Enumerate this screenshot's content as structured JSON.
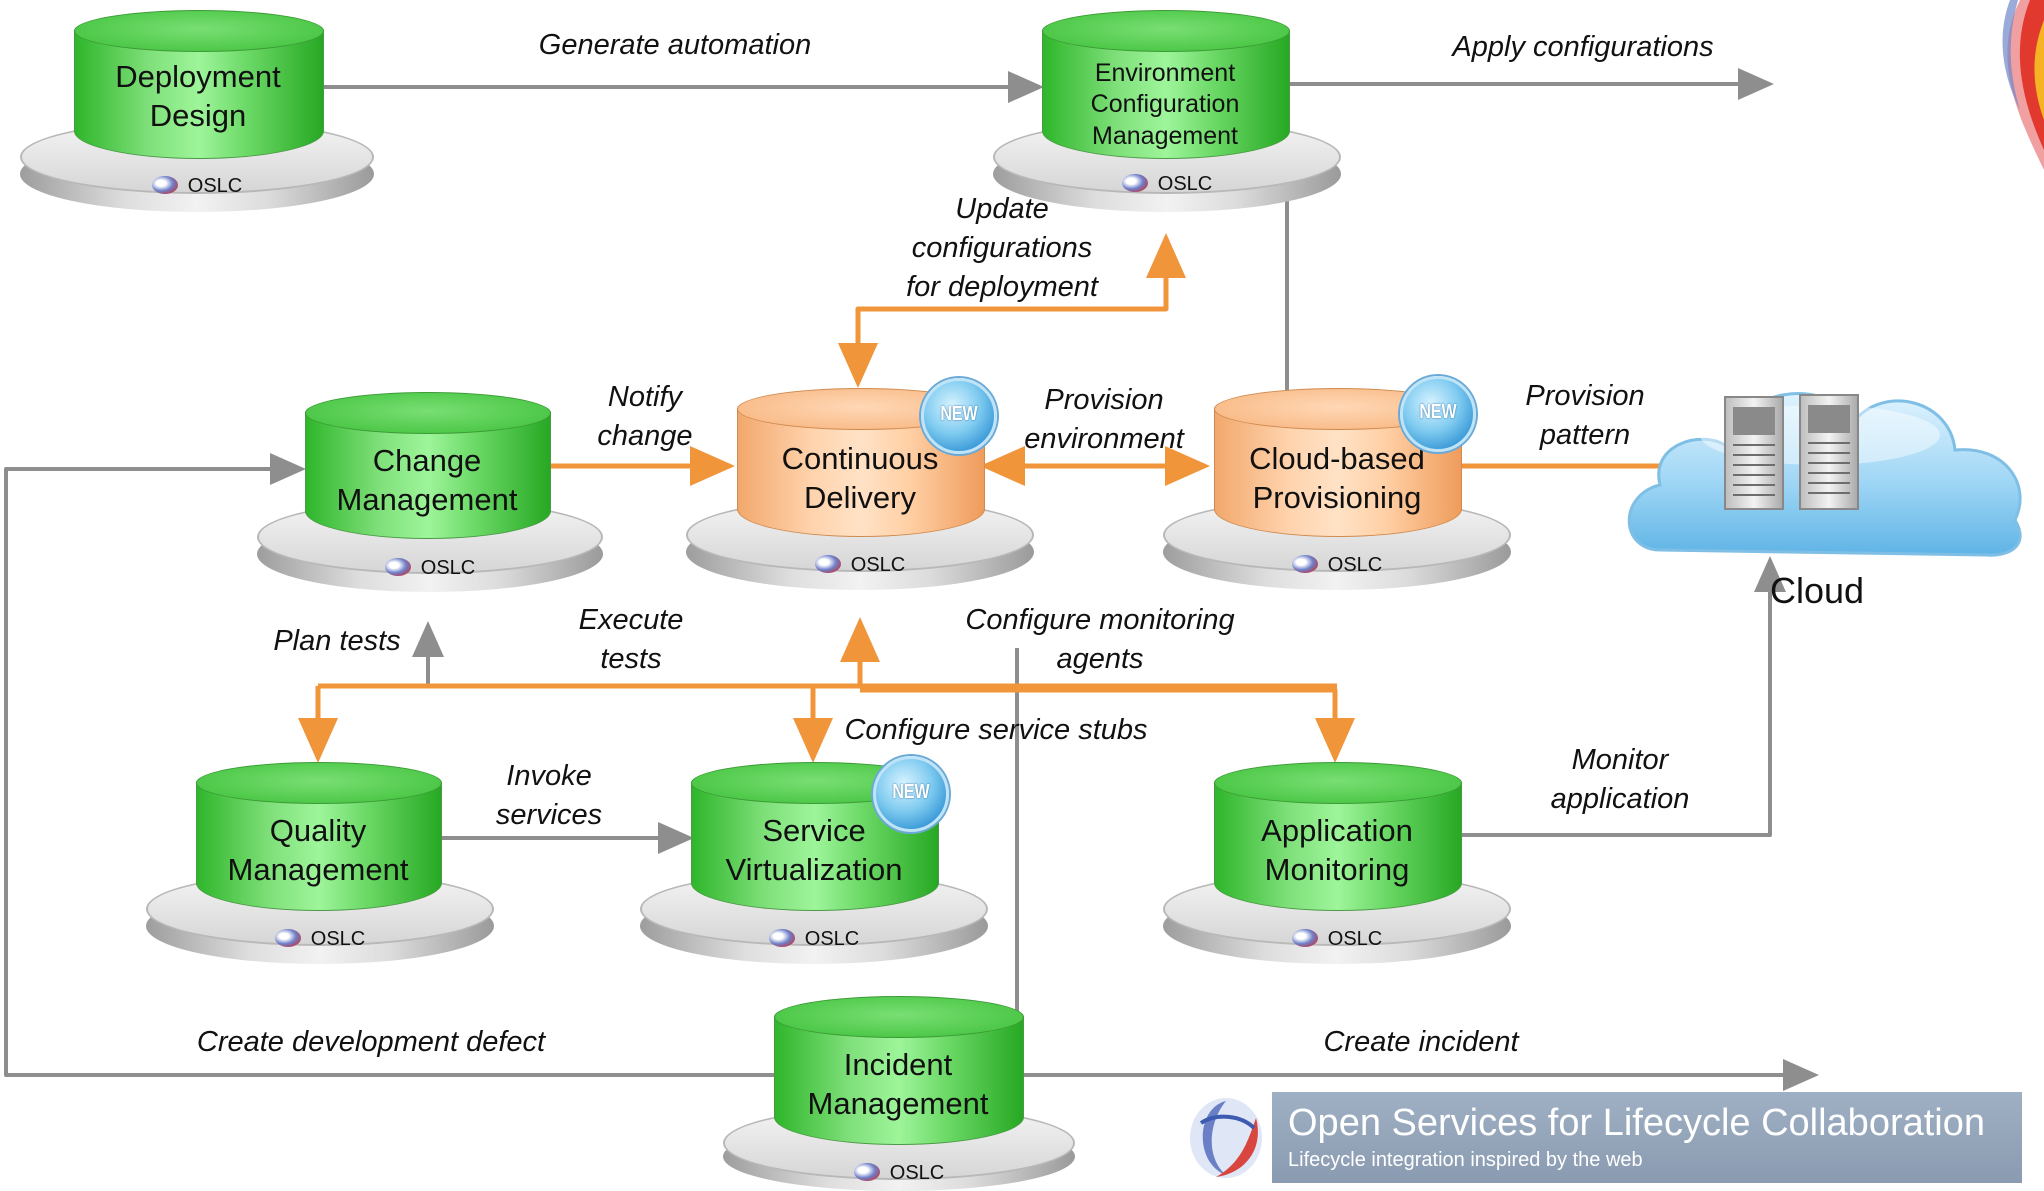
{
  "nodes": {
    "deployment_design": {
      "label": "Deployment Design",
      "badge": "OSLC"
    },
    "env_config": {
      "label": "Environment Configuration Management",
      "badge": "OSLC"
    },
    "change_mgmt": {
      "label": "Change Management",
      "badge": "OSLC"
    },
    "continuous_delivery": {
      "label": "Continuous Delivery",
      "badge": "OSLC",
      "new_badge": "NEW"
    },
    "cloud_provisioning": {
      "label": "Cloud-based Provisioning",
      "badge": "OSLC",
      "new_badge": "NEW"
    },
    "quality_mgmt": {
      "label": "Quality Management",
      "badge": "OSLC"
    },
    "service_virtualization": {
      "label": "Service Virtualization",
      "badge": "OSLC",
      "new_badge": "NEW"
    },
    "app_monitoring": {
      "label": "Application Monitoring",
      "badge": "OSLC"
    },
    "incident_mgmt": {
      "label": "Incident Management",
      "badge": "OSLC"
    }
  },
  "edges": {
    "generate_automation": "Generate automation",
    "apply_configurations": "Apply configurations",
    "update_configurations": [
      "Update",
      "configurations",
      "for deployment"
    ],
    "notify_change": [
      "Notify",
      "change"
    ],
    "provision_environment": [
      "Provision",
      "environment"
    ],
    "provision_pattern": [
      "Provision",
      "pattern"
    ],
    "plan_tests": "Plan tests",
    "execute_tests": [
      "Execute",
      "tests"
    ],
    "configure_monitoring": [
      "Configure monitoring",
      "agents"
    ],
    "configure_service_stubs": "Configure service stubs",
    "invoke_services": [
      "Invoke",
      "services"
    ],
    "monitor_application": [
      "Monitor",
      "application"
    ],
    "create_development_defect": "Create development defect",
    "create_incident": "Create incident"
  },
  "cloud": {
    "label": "Cloud"
  },
  "banner": {
    "title": "Open Services for Lifecycle Collaboration",
    "subtitle": "Lifecycle integration inspired by the web"
  },
  "colors": {
    "orange_wire": "#f0953a",
    "gray_wire": "#8e8e8e",
    "green": "#4cc947",
    "orange": "#f9bd8a"
  }
}
